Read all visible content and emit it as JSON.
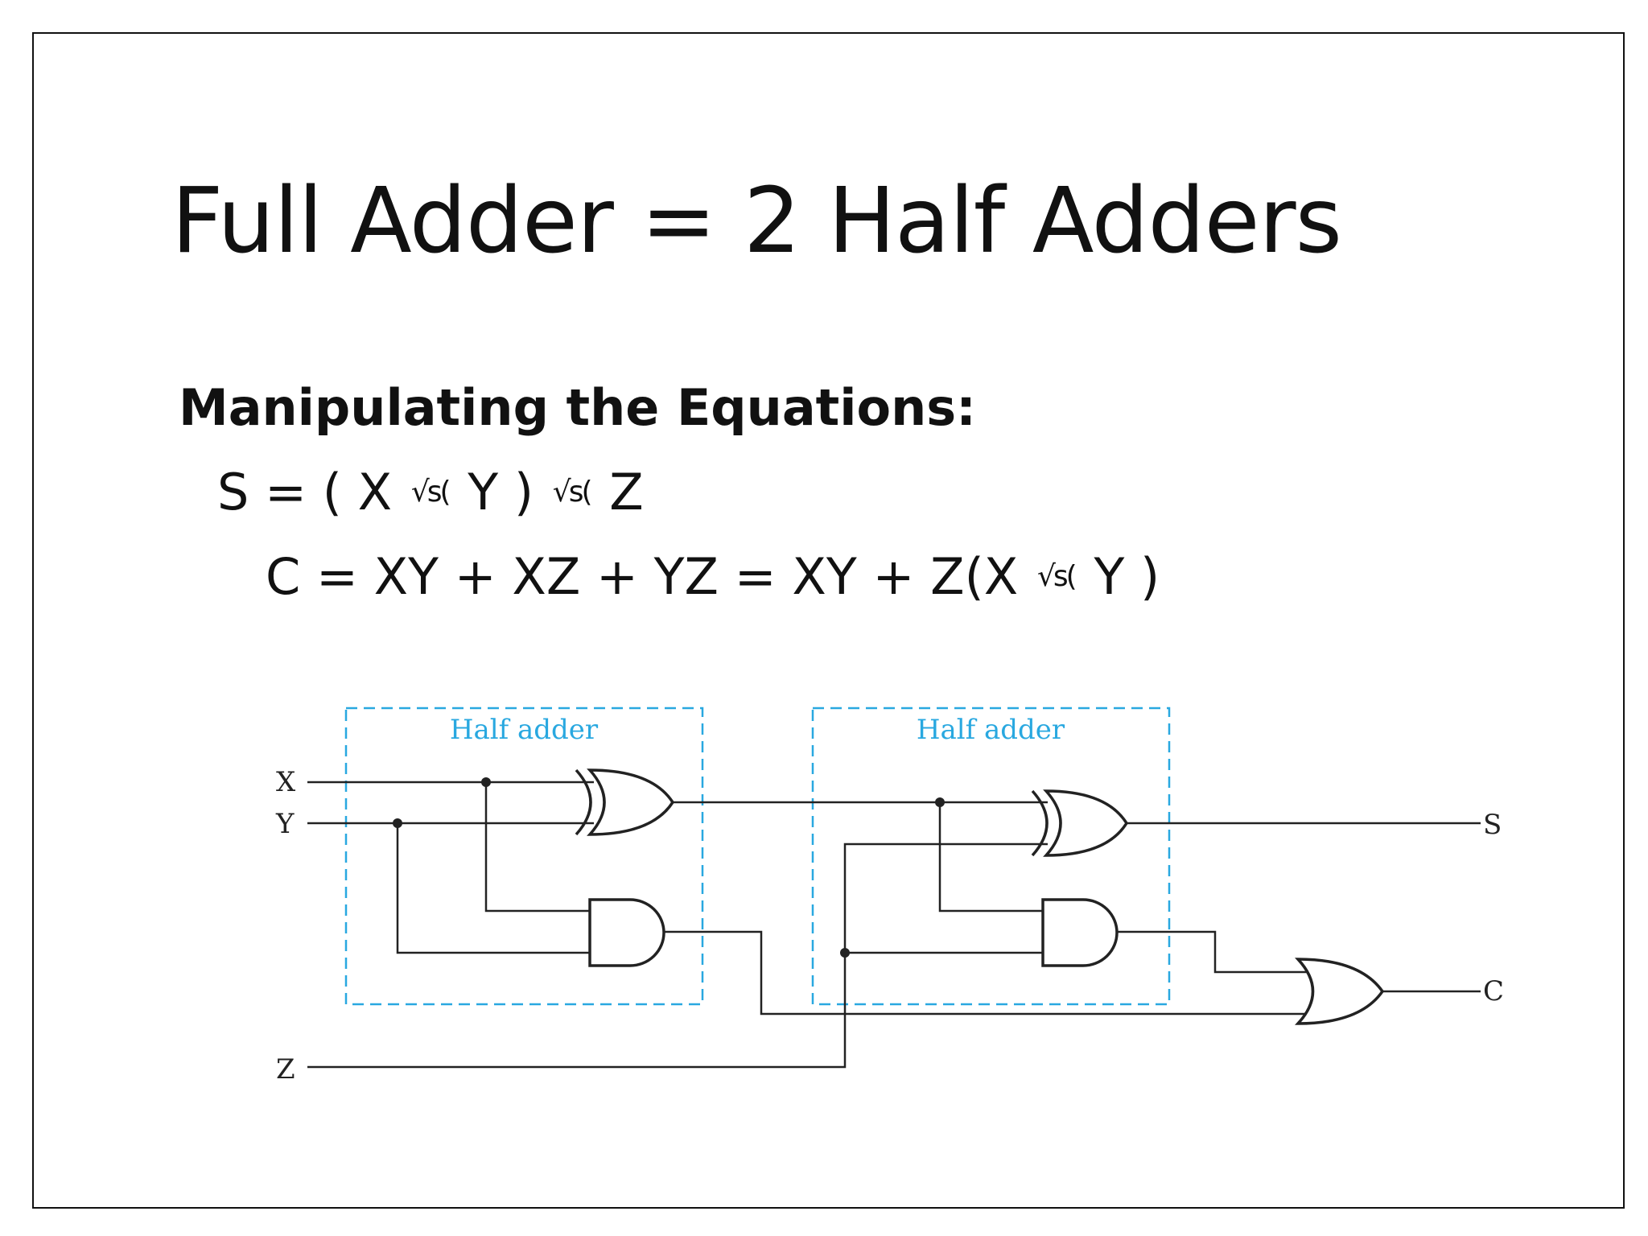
{
  "slide": {
    "title": "Full Adder = 2 Half Adders",
    "subtitle": "Manipulating the Equations:",
    "equation_s": {
      "lhs": "S = ( X",
      "op1": "√s(",
      "mid": "Y )",
      "op2": "√s(",
      "end": "Z"
    },
    "equation_c": {
      "lhs": "C = XY + XZ + YZ  = XY + Z(X",
      "op1": "√s(",
      "end": "Y )"
    }
  },
  "diagram": {
    "half_adder_1_label": "Half adder",
    "half_adder_2_label": "Half adder",
    "input_x": "X",
    "input_y": "Y",
    "input_z": "Z",
    "output_s": "S",
    "output_c": "C",
    "box_color": "#29a8e0",
    "wire_color": "#222222",
    "gates": [
      "xor-gate",
      "and-gate",
      "xor-gate",
      "and-gate",
      "or-gate"
    ]
  }
}
